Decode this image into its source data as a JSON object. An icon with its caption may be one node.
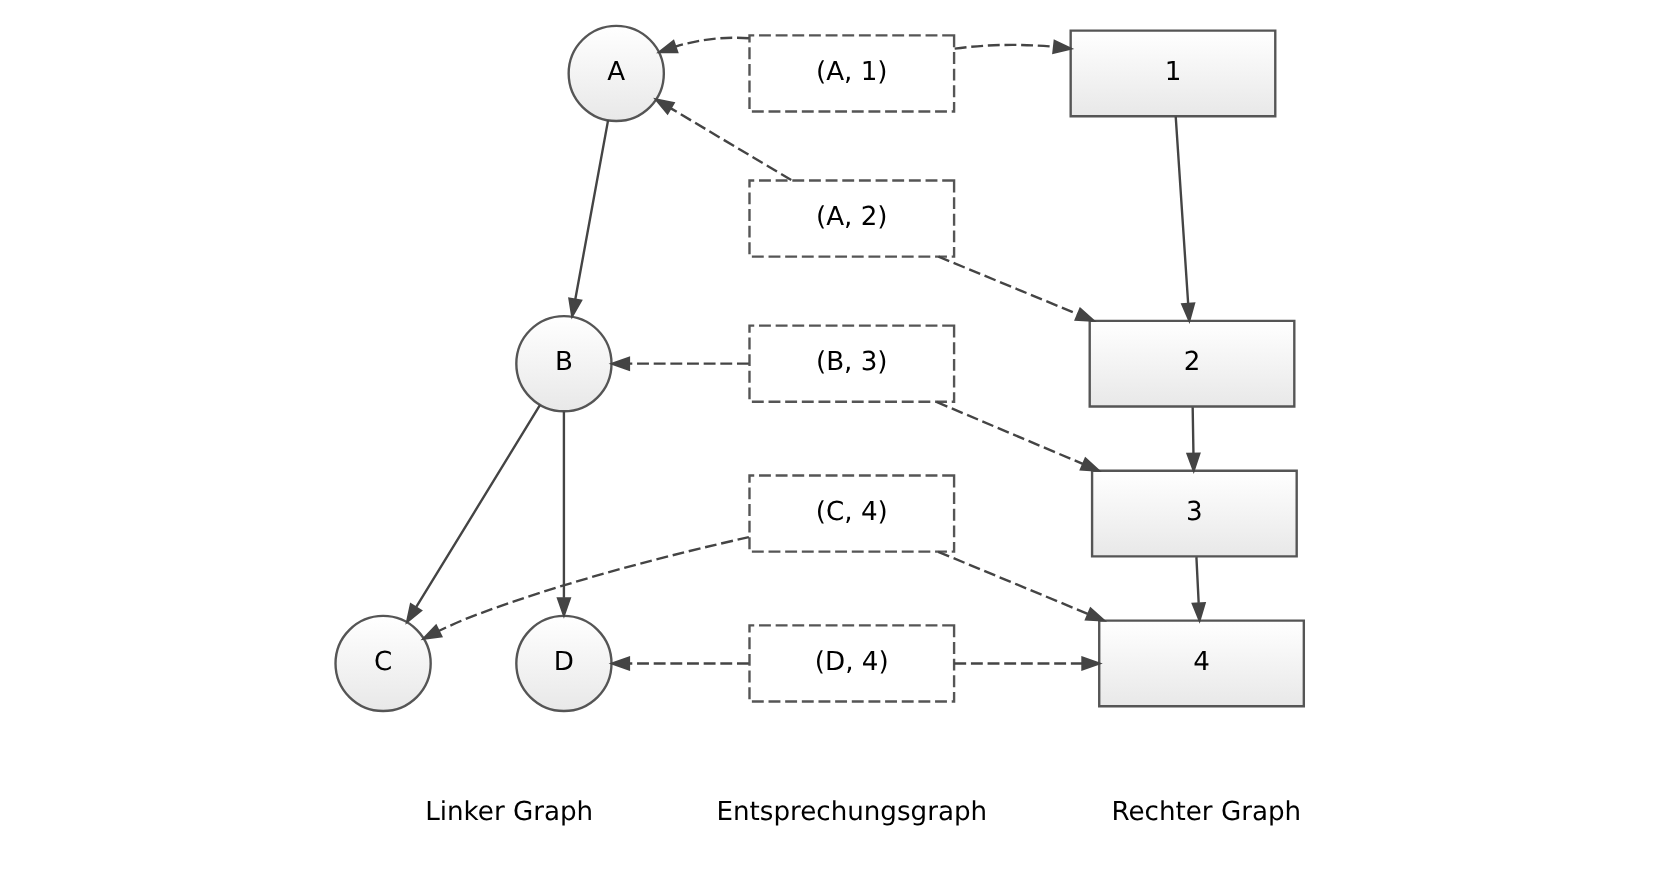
{
  "diagram": {
    "nodes": [
      {
        "text": [
          "A"
        ]
      },
      {
        "text": [
          "B"
        ]
      },
      {
        "text": [
          "C"
        ]
      },
      {
        "text": [
          "D"
        ]
      },
      {
        "text": [
          "1"
        ]
      },
      {
        "text": [
          "2"
        ]
      },
      {
        "text": [
          "3"
        ]
      },
      {
        "text": [
          "4"
        ]
      },
      {
        "text": [
          "(A, 1)"
        ]
      },
      {
        "text": [
          "(A, 2)"
        ]
      },
      {
        "text": [
          "(B, 3)"
        ]
      },
      {
        "text": [
          "(C, 4)"
        ]
      },
      {
        "text": [
          "(D, 4)"
        ]
      }
    ],
    "edges": [
      {
        "from": 0,
        "to": 1,
        "arrow": "to"
      },
      {
        "from": 1,
        "to": 3,
        "arrow": "to"
      },
      {
        "from": 1,
        "to": 2,
        "arrow": "to"
      },
      {
        "from": 4,
        "to": 5,
        "arrow": "to"
      },
      {
        "from": 5,
        "to": 6,
        "arrow": "to"
      },
      {
        "from": 6,
        "to": 7,
        "arrow": "to"
      },
      {
        "from": 8,
        "to": 0,
        "arrow": "to",
        "style": "dashed"
      },
      {
        "from": 8,
        "to": 4,
        "arrow": "to",
        "style": "dashed"
      },
      {
        "from": 9,
        "to": 0,
        "arrow": "to",
        "style": "dashed"
      },
      {
        "from": 9,
        "to": 5,
        "arrow": "to",
        "style": "dashed"
      },
      {
        "from": 10,
        "to": 1,
        "arrow": "to",
        "style": "dashed"
      },
      {
        "from": 10,
        "to": 6,
        "arrow": "to",
        "style": "dashed"
      },
      {
        "from": 11,
        "to": 2,
        "arrow": "to",
        "style": "dashed"
      },
      {
        "from": 11,
        "to": 7,
        "arrow": "to",
        "style": "dashed"
      },
      {
        "from": 12,
        "to": 3,
        "arrow": "to",
        "style": "dashed"
      },
      {
        "from": 12,
        "to": 7,
        "arrow": "to",
        "style": "dashed"
      }
    ],
    "labels": [
      "Linker Graph",
      "Entsprechungsgraph",
      "Rechter Graph"
    ]
  }
}
